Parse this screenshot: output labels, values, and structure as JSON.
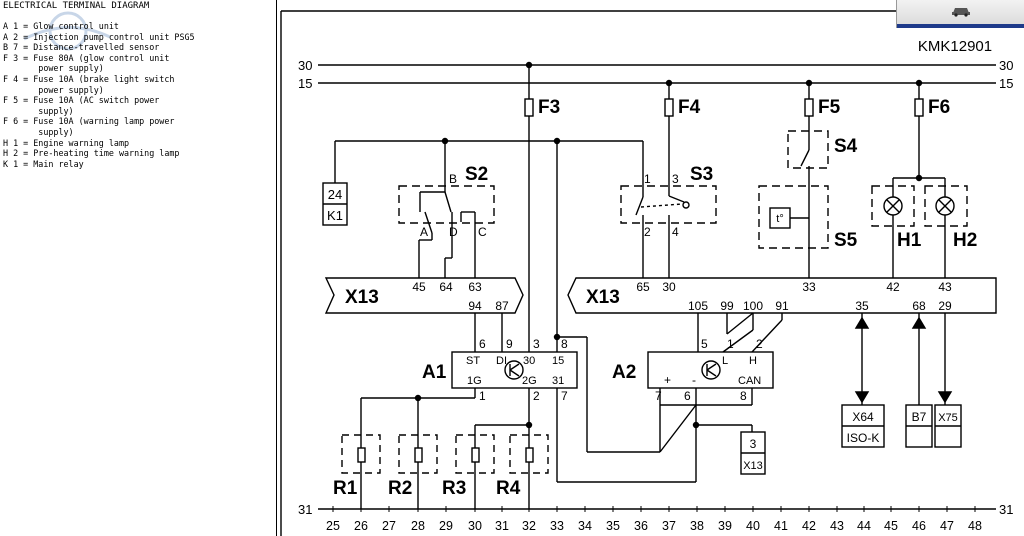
{
  "legend": {
    "title": "ELECTRICAL TERMINAL DIAGRAM",
    "items": [
      "A 1 = Glow control unit",
      "A 2 = Injection pump control unit PSG5",
      "B 7 = Distance-travelled sensor",
      "F 3 = Fuse 80A (glow control unit",
      "       power supply)",
      "F 4 = Fuse 10A (brake light switch",
      "       power supply)",
      "F 5 = Fuse 10A (AC switch power",
      "       supply)",
      "F 6 = Fuse 10A (warning lamp power",
      "       supply)",
      "H 1 = Engine warning lamp",
      "H 2 = Pre-heating time warning lamp",
      "K 1 = Main relay"
    ]
  },
  "diagram": {
    "ref": "KMK12901",
    "rails": {
      "r30": "30",
      "r15": "15",
      "r31": "31"
    },
    "fuses": [
      "F3",
      "F4",
      "F5",
      "F6"
    ],
    "switches": {
      "s2": "S2",
      "s3": "S3",
      "s4": "S4",
      "s5": "S5",
      "temp": "t°"
    },
    "lamps": {
      "h1": "H1",
      "h2": "H2"
    },
    "relay": {
      "top": "24",
      "bottom": "K1"
    },
    "s2_pins": {
      "b": "B",
      "a": "A",
      "d": "D",
      "c": "C"
    },
    "s3_pins": {
      "p1": "1",
      "p3": "3",
      "p2": "2",
      "p4": "4"
    },
    "connector": {
      "label": "X13",
      "pins_top_left": [
        "45",
        "64",
        "63"
      ],
      "pins_bottom_left": [
        "94",
        "87"
      ],
      "pins_top_right": [
        "65",
        "30",
        "33",
        "42",
        "43"
      ],
      "pins_bottom_right": [
        "105",
        "99",
        "100",
        "91",
        "35",
        "68",
        "29"
      ]
    },
    "a1": {
      "label": "A1",
      "pins_top": [
        "6",
        "9",
        "3",
        "8"
      ],
      "inner_top": [
        "ST",
        "DI",
        "30",
        "15"
      ],
      "inner_bottom": [
        "1G",
        "2G",
        "31"
      ],
      "pins_bottom": [
        "1",
        "2",
        "7"
      ]
    },
    "a2": {
      "label": "A2",
      "pins_top": [
        "5",
        "1",
        "2"
      ],
      "inner": [
        "L",
        "H",
        "+",
        "-",
        "CAN"
      ],
      "pins_bottom": [
        "7",
        "6",
        "8"
      ]
    },
    "resistors": [
      "R1",
      "R2",
      "R3",
      "R4"
    ],
    "boxes": {
      "x64": "X64",
      "isok": "ISO-K",
      "b7": "B7",
      "x75": "X75",
      "x13_small_top": "3",
      "x13_small_bottom": "X13"
    },
    "grid": [
      "25",
      "26",
      "27",
      "28",
      "29",
      "30",
      "31",
      "32",
      "33",
      "34",
      "35",
      "36",
      "37",
      "38",
      "39",
      "40",
      "41",
      "42",
      "43",
      "44",
      "45",
      "46",
      "47",
      "48"
    ]
  }
}
